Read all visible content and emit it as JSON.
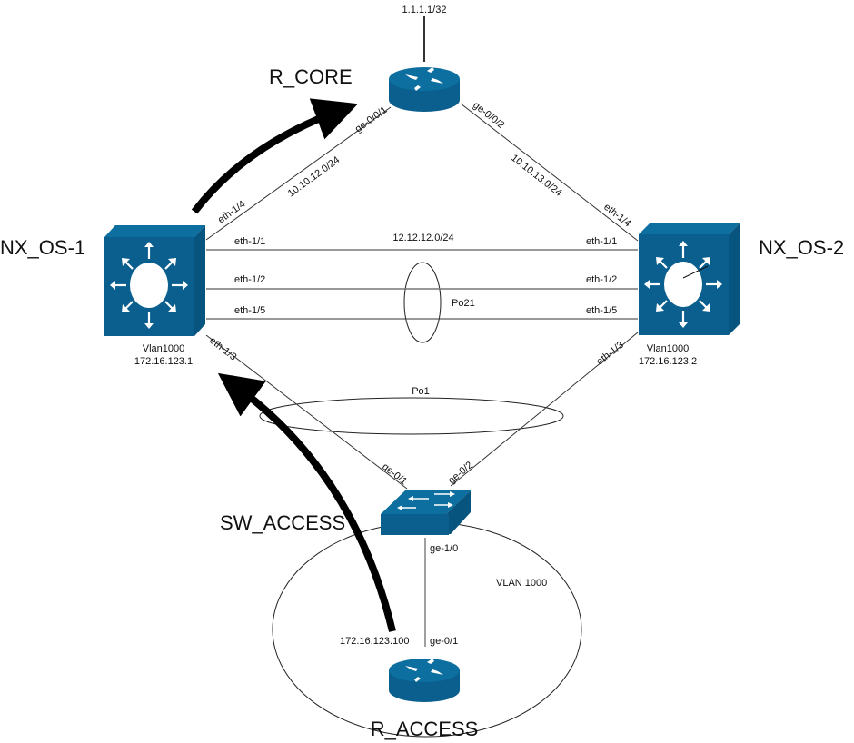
{
  "diagram": {
    "colors": {
      "device": "#0a5f8e",
      "device_top": "#0d6f9f",
      "device_side": "#07557f",
      "line": "#333333",
      "arrow": "#000000"
    },
    "devices": {
      "r_core": {
        "name": "R_CORE",
        "loopback": "1.1.1.1/32",
        "type": "router-icon"
      },
      "nx_os_1": {
        "name": "NX_OS-1",
        "svi": "Vlan1000",
        "ip": "172.16.123.1",
        "type": "layer3-switch-icon"
      },
      "nx_os_2": {
        "name": "NX_OS-2",
        "svi": "Vlan1000",
        "ip": "172.16.123.2",
        "type": "layer3-switch-icon"
      },
      "sw_access": {
        "name": "SW_ACCESS",
        "type": "layer2-switch-icon"
      },
      "r_access": {
        "name": "R_ACCESS",
        "ip": "172.16.123.100",
        "type": "router-icon"
      }
    },
    "links": {
      "core_nx1": {
        "subnet": "10.10.12.0/24",
        "a_port": "ge-0/0/1",
        "b_port": "eth-1/4"
      },
      "core_nx2": {
        "subnet": "10.10.13.0/24",
        "a_port": "ge-0/0/2",
        "b_port": "eth-1/4"
      },
      "nx_eth11": {
        "subnet": "12.12.12.0/24",
        "a_port": "eth-1/1",
        "b_port": "eth-1/1"
      },
      "nx_eth12": {
        "a_port": "eth-1/2",
        "b_port": "eth-1/2"
      },
      "nx_eth15": {
        "a_port": "eth-1/5",
        "b_port": "eth-1/5"
      },
      "nx1_access": {
        "a_port": "eth-1/3",
        "b_port": "ge-0/1"
      },
      "nx2_access": {
        "a_port": "eth-1/3",
        "b_port": "ge-0/2"
      },
      "access_raccess": {
        "a_port": "ge-1/0",
        "b_port": "ge-0/1"
      }
    },
    "groups": {
      "po21": "Po21",
      "po1": "Po1",
      "vlan": "VLAN 1000"
    }
  }
}
